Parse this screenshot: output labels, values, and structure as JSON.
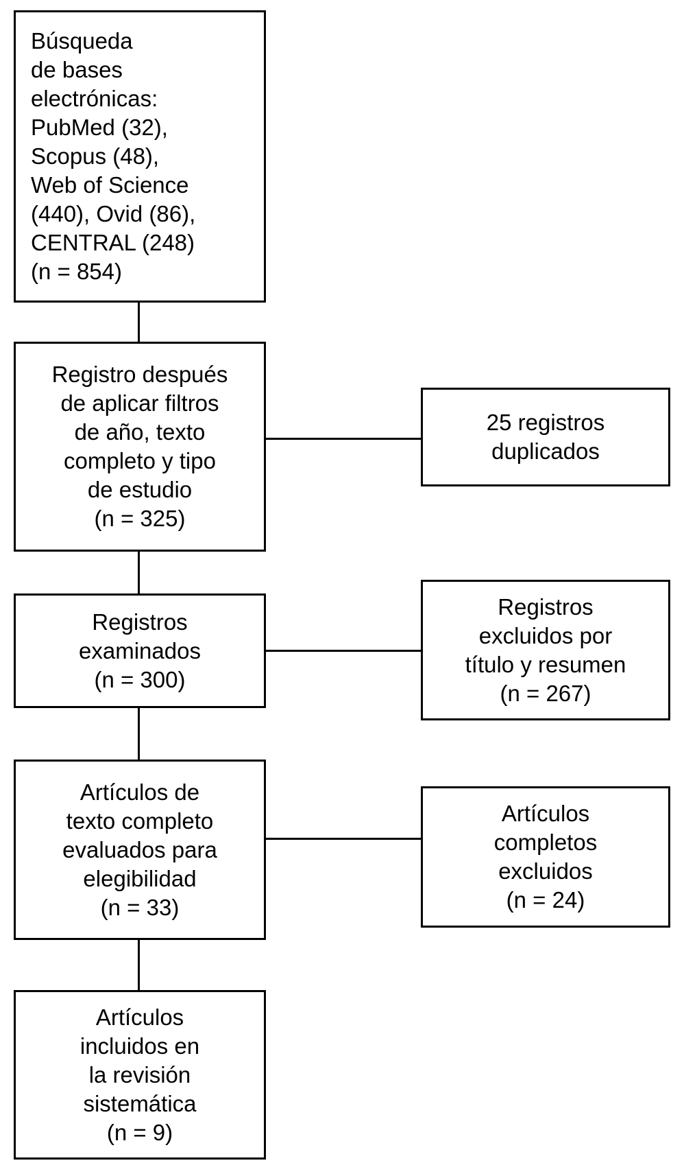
{
  "colors": {
    "background": "#ffffff",
    "box_border": "#000000",
    "text": "#000000"
  },
  "diagram": {
    "type": "prisma-flowchart",
    "language": "es",
    "main_boxes": [
      {
        "id": "search",
        "text": "Búsqueda\nde bases\nelectrónicas:\nPubMed (32),\nScopus (48),\nWeb of Science\n(440), Ovid (86),\nCENTRAL (248)\n(n = 854)",
        "n": 854,
        "sources": [
          {
            "name": "PubMed",
            "count": 32
          },
          {
            "name": "Scopus",
            "count": 48
          },
          {
            "name": "Web of Science",
            "count": 440
          },
          {
            "name": "Ovid",
            "count": 86
          },
          {
            "name": "CENTRAL",
            "count": 248
          }
        ]
      },
      {
        "id": "filtered",
        "text": "Registro después\nde aplicar filtros\nde año, texto\ncompleto y tipo\nde estudio\n(n = 325)",
        "n": 325
      },
      {
        "id": "screened",
        "text": "Registros\nexaminados\n(n = 300)",
        "n": 300
      },
      {
        "id": "fulltext",
        "text": "Artículos de\ntexto completo\nevaluados para\nelegibilidad\n(n = 33)",
        "n": 33
      },
      {
        "id": "included",
        "text": "Artículos\nincluidos en\nla revisión\nsistemática\n(n = 9)",
        "n": 9
      }
    ],
    "side_boxes": [
      {
        "id": "duplicates",
        "text": "25 registros\nduplicados",
        "n": 25
      },
      {
        "id": "excluded-title-abstract",
        "text": "Registros\nexcluidos por\ntítulo y resumen\n(n = 267)",
        "n": 267
      },
      {
        "id": "fulltext-excluded",
        "text": "Artículos\ncompletos\nexcluidos\n(n = 24)",
        "n": 24
      }
    ]
  }
}
